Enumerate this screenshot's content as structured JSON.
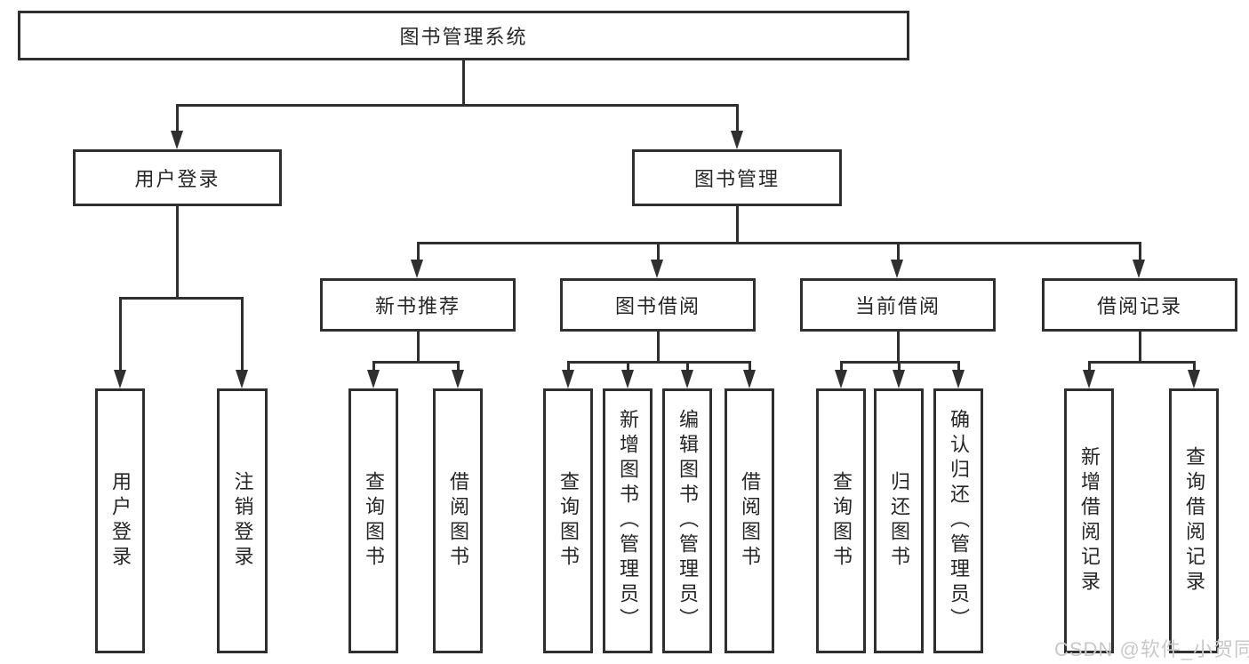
{
  "diagram": {
    "root": {
      "label": "图书管理系统"
    },
    "branches": [
      {
        "label": "用户登录",
        "children": [
          {
            "label": "用户登录"
          },
          {
            "label": "注销登录"
          }
        ]
      },
      {
        "label": "图书管理",
        "groups": [
          {
            "label": "新书推荐",
            "children": [
              {
                "label": "查询图书"
              },
              {
                "label": "借阅图书"
              }
            ]
          },
          {
            "label": "图书借阅",
            "children": [
              {
                "label": "查询图书"
              },
              {
                "label": "新增图书（管理员）"
              },
              {
                "label": "编辑图书（管理员）"
              },
              {
                "label": "借阅图书"
              }
            ]
          },
          {
            "label": "当前借阅",
            "children": [
              {
                "label": "查询图书"
              },
              {
                "label": "归还图书"
              },
              {
                "label": "确认归还（管理员）"
              }
            ]
          },
          {
            "label": "借阅记录",
            "children": [
              {
                "label": "新增借阅记录"
              },
              {
                "label": "查询借阅记录"
              }
            ]
          }
        ]
      }
    ],
    "watermark": "CSDN @软件_小贺同学",
    "colors": {
      "line": "#2f2f2f",
      "box_border": "#2f2f2f",
      "text": "#262626",
      "watermark": "#c9c9c9",
      "background": "#ffffff"
    }
  }
}
